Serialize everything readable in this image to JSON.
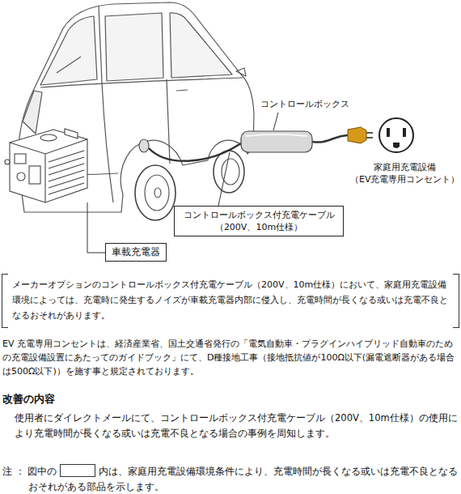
{
  "diagram": {
    "nodes": [
      {
        "text": [
          "コントロールボックス付充電ケーブル （200V、10m仕様）"
        ]
      },
      {
        "text": [
          "車載充電器"
        ]
      },
      {
        "text": [
          "メーカーオプションのコントロールボックス付充電ケーブル（200V、10m仕様）において、家庭用充電設備環境によっては、充電時に発生するノイズが車載充電器内部に侵入し、充電時間が長くなる或いは充電不良となるおそれがあります。"
        ]
      }
    ],
    "labels": [
      "コントロールボックス",
      "家庭用充電設備",
      "（EV充電専用コンセント）",
      "EV 充電専用コンセントは、経済産業省、国土交通省発行の「電気自動車・プラグインハイブリッド自動車のための充電設備設置にあたってのガイドブック」にて、D種接地工事（接地抵抗値が100Ω以下(漏電遮断器がある場合は500Ω以下)）を施す事と規定されております。",
      "改善の内容",
      "使用者にダイレクトメールにて、コントロールボックス付充電ケーブル（200V、10m仕様）の使用により充電時間が長くなる或いは充電不良となる場合の事例を周知します。",
      "注 ： 図中の",
      "内は、家庭用充電設備環境条件により、充電時間が長くなる或いは充電不良となるおそれがある部品を示します。"
    ]
  }
}
